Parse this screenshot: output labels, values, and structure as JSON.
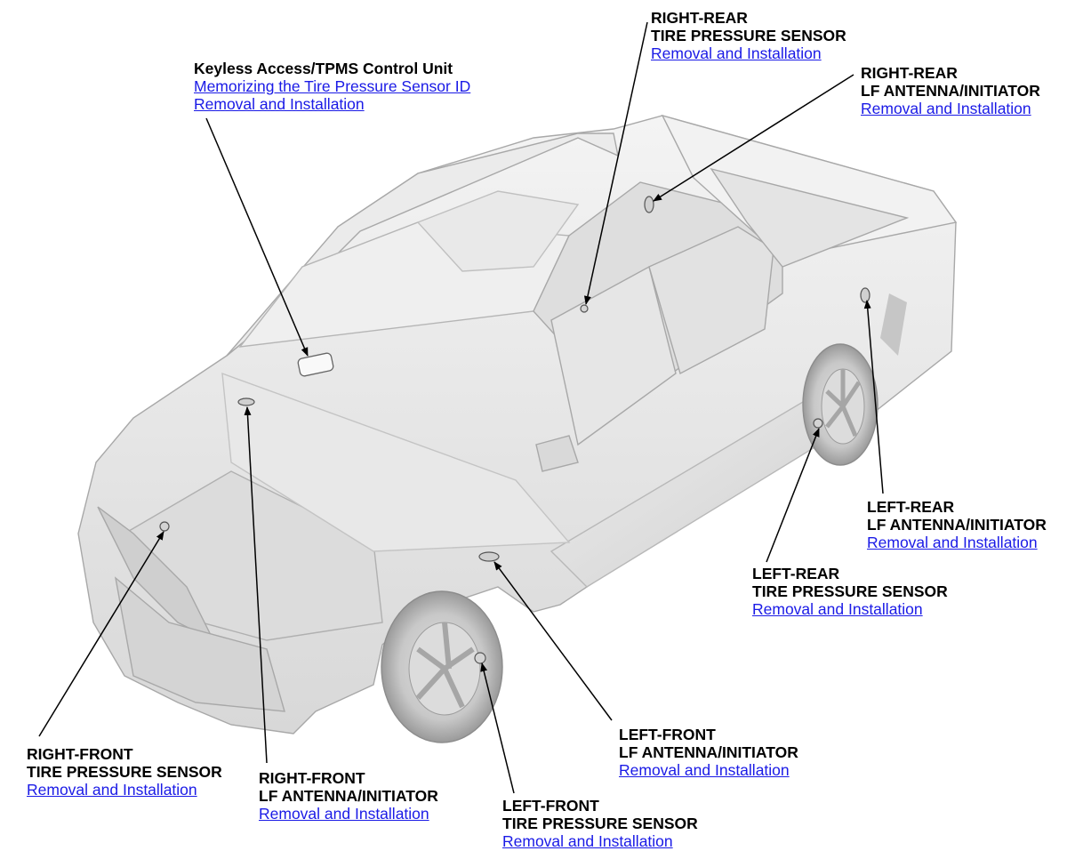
{
  "colors": {
    "link": "#1a1ae6",
    "text": "#000000",
    "leader": "#000000"
  },
  "icons": [
    "pickup-truck-illustration",
    "tpms-sensor-icon",
    "lf-antenna-icon",
    "control-unit-icon"
  ],
  "callouts": {
    "keyless_unit": {
      "lines": [
        "Keyless Access/TPMS Control Unit"
      ],
      "links": [
        "Memorizing the Tire Pressure Sensor ID",
        "Removal and Installation"
      ]
    },
    "right_rear_tps": {
      "lines": [
        "RIGHT-REAR",
        "TIRE PRESSURE SENSOR"
      ],
      "links": [
        "Removal and Installation"
      ]
    },
    "right_rear_lf": {
      "lines": [
        "RIGHT-REAR",
        "LF ANTENNA/INITIATOR"
      ],
      "links": [
        "Removal and Installation"
      ]
    },
    "left_rear_lf": {
      "lines": [
        "LEFT-REAR",
        "LF ANTENNA/INITIATOR"
      ],
      "links": [
        "Removal and Installation"
      ]
    },
    "left_rear_tps": {
      "lines": [
        "LEFT-REAR",
        "TIRE PRESSURE SENSOR"
      ],
      "links": [
        "Removal and Installation"
      ]
    },
    "left_front_lf": {
      "lines": [
        "LEFT-FRONT",
        "LF ANTENNA/INITIATOR"
      ],
      "links": [
        "Removal and Installation"
      ]
    },
    "left_front_tps": {
      "lines": [
        "LEFT-FRONT",
        "TIRE PRESSURE SENSOR"
      ],
      "links": [
        "Removal and Installation"
      ]
    },
    "right_front_tps": {
      "lines": [
        "RIGHT-FRONT",
        "TIRE PRESSURE SENSOR"
      ],
      "links": [
        "Removal and Installation"
      ]
    },
    "right_front_lf": {
      "lines": [
        "RIGHT-FRONT",
        "LF ANTENNA/INITIATOR"
      ],
      "links": [
        "Removal and Installation"
      ]
    }
  }
}
